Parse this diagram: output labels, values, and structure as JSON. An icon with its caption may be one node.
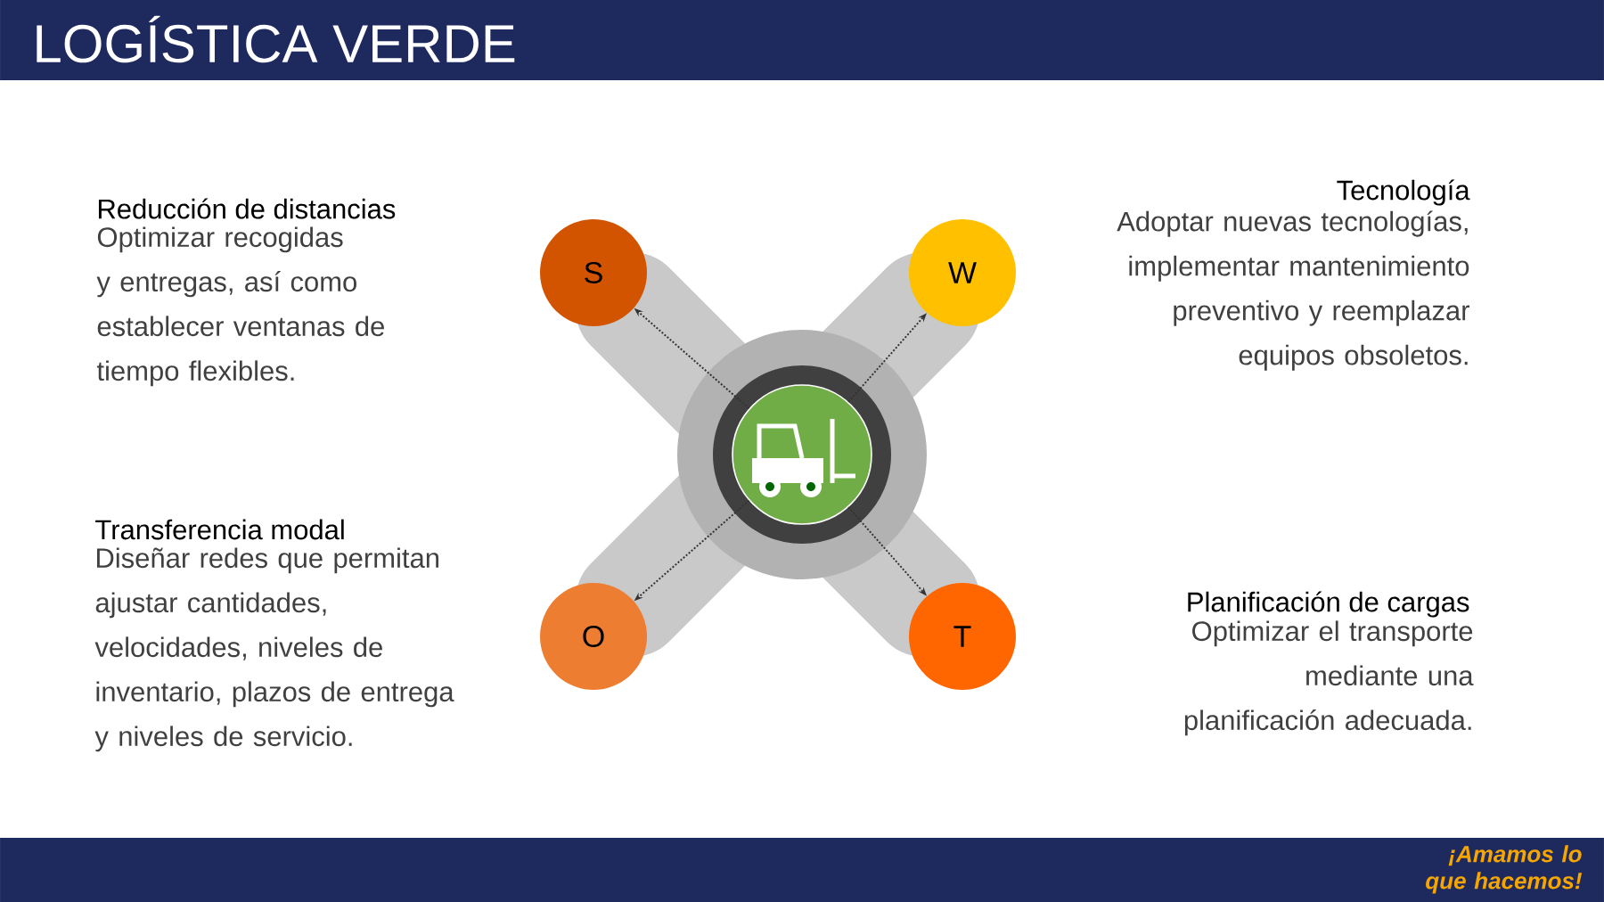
{
  "diagram": {
    "title": "LOGÍSTICA VERDE",
    "nodes": [
      {
        "text": [],
        "shape": "circle"
      },
      {
        "text": [
          "S"
        ]
      },
      {
        "text": [
          "W"
        ]
      },
      {
        "text": [
          "O"
        ]
      },
      {
        "text": [
          "T"
        ]
      }
    ],
    "edges": [
      {
        "from": 0,
        "to": 1,
        "arrow": "to",
        "style": "dashed"
      },
      {
        "from": 0,
        "to": 2,
        "arrow": "to",
        "style": "dashed"
      },
      {
        "from": 0,
        "to": 3,
        "arrow": "to",
        "style": "dashed"
      },
      {
        "from": 0,
        "to": 4,
        "arrow": "to",
        "style": "dashed"
      }
    ],
    "labels": [
      "Reducción de distancias",
      "Optimizar recogidas y entregas, así como establecer ventanas de tiempo flexibles.",
      "Tecnología",
      "Adoptar nuevas tecnologías, implementar mantenimiento preventivo y reemplazar equipos obsoletos.",
      "Transferencia modal",
      "Diseñar redes que permitan ajustar cantidades, velocidades, niveles de inventario, plazos de entrega y niveles de servicio.",
      "Planificación de cargas",
      "Optimizar el transporte mediante una planificación adecuada.",
      "¡Amamos lo que hacemos!"
    ]
  }
}
